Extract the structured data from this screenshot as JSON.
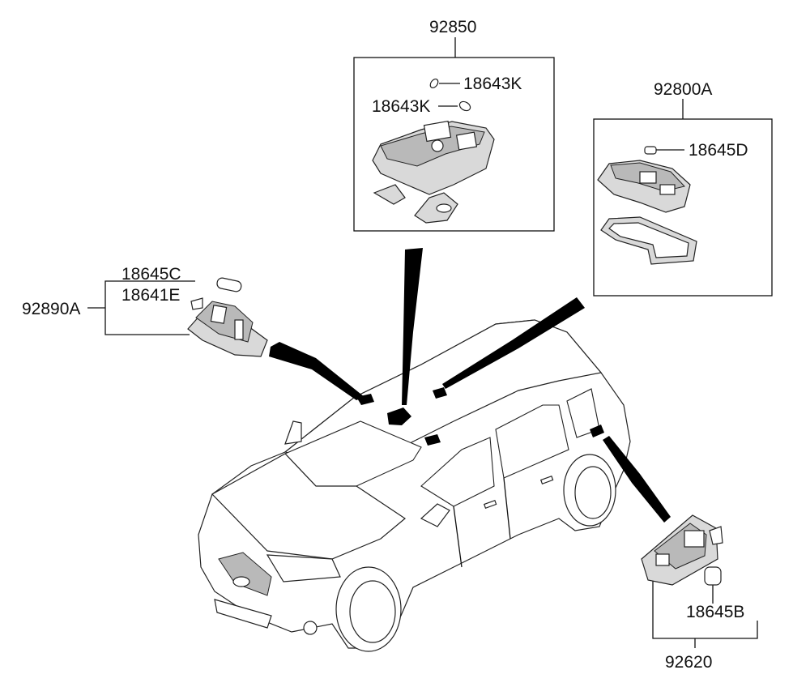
{
  "labels": {
    "kit_92850": "92850",
    "bulb_18643k_top": "18643K",
    "bulb_18643k_bottom": "18643K",
    "kit_92800a": "92800A",
    "bulb_18645d": "18645D",
    "kit_92890a": "92890A",
    "bulb_18645c": "18645C",
    "socket_18641e": "18641E",
    "kit_92620": "92620",
    "bulb_18645b": "18645B"
  }
}
